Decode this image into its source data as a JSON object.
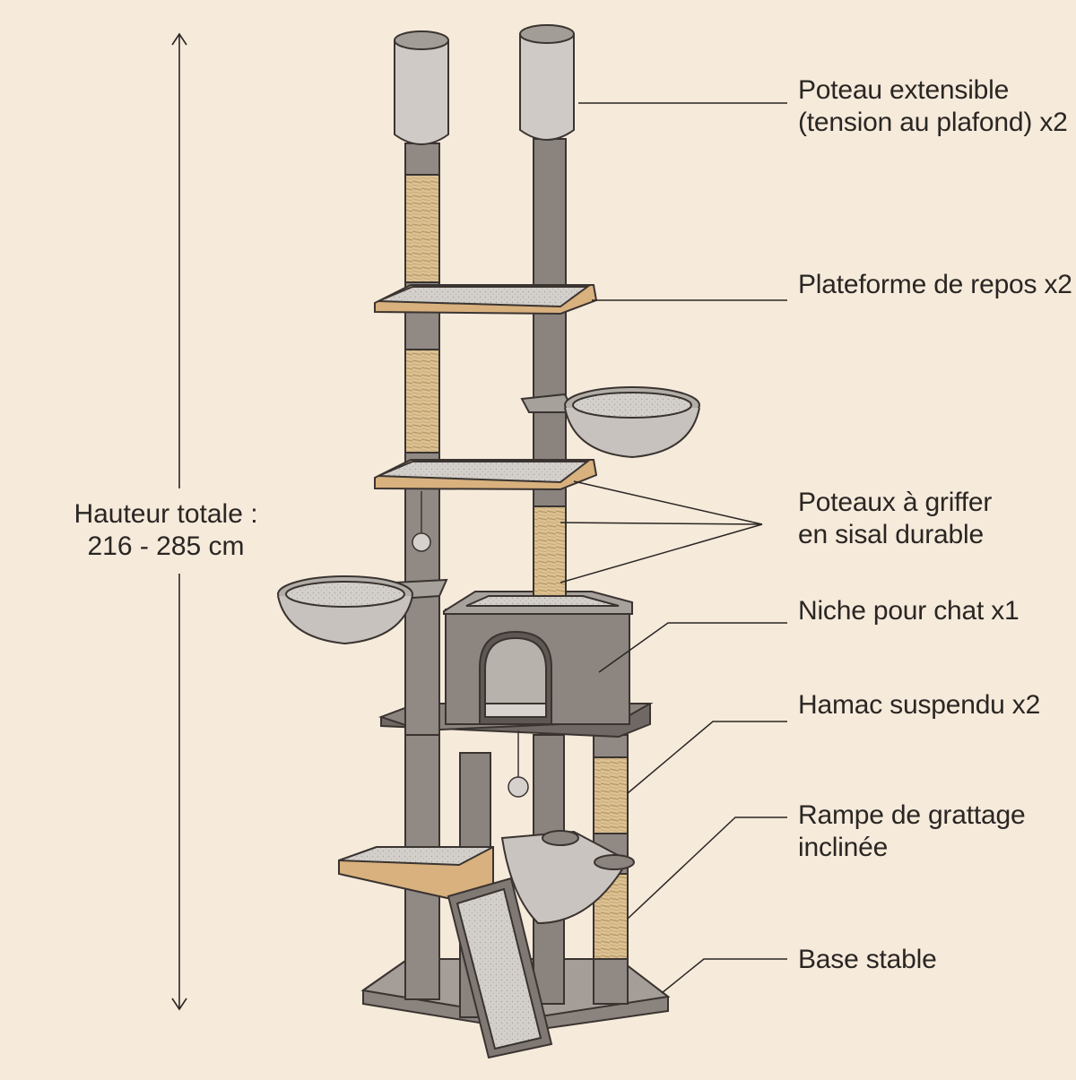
{
  "height_dimension": {
    "line1": "Hauteur totale :",
    "line2": "216 - 285 cm"
  },
  "callouts": [
    {
      "lines": [
        "Poteau extensible",
        "(tension au plafond) x2"
      ]
    },
    {
      "lines": [
        "Plateforme de repos x2"
      ]
    },
    {
      "lines": [
        "Poteaux à griffer",
        "en sisal durable"
      ]
    },
    {
      "lines": [
        "Niche pour chat x1"
      ]
    },
    {
      "lines": [
        "Hamac suspendu x2"
      ]
    },
    {
      "lines": [
        "Rampe de grattage",
        "inclinée"
      ]
    },
    {
      "lines": [
        "Base stable"
      ]
    }
  ],
  "colors": {
    "background": "#f6eadb",
    "post": "#8f8883",
    "sisal": "#d8bc8c",
    "wood_edge": "#d9b17e",
    "carpet": "#cfcac6",
    "ink": "#2a2623"
  }
}
